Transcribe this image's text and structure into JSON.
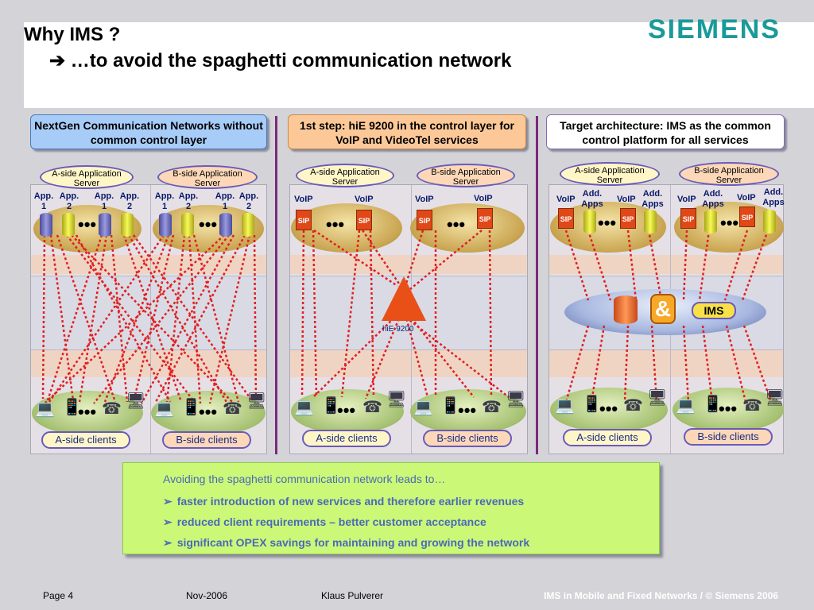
{
  "header": {
    "title_line1": "Why IMS ?",
    "title_line2": "➔ …to avoid the spaghetti communication network",
    "logo": "SIEMENS"
  },
  "columns": [
    {
      "heading": "NextGen Communication Networks without common control layer"
    },
    {
      "heading": "1st step: hiE 9200 in the control layer for VoIP and VideoTel services"
    },
    {
      "heading": "Target architecture: IMS as the common control platform for all services"
    }
  ],
  "labels": {
    "a_side_server": "A-side Application Server",
    "b_side_server": "B-side Application Server",
    "app1": "App. 1",
    "app2": "App. 2",
    "voip": "VoIP",
    "add_apps": "Add. Apps",
    "hie": "hiE 9200",
    "ims": "IMS",
    "a_clients": "A-side clients",
    "b_clients": "B-side clients",
    "sip": "SIP",
    "ellipsis": "•••"
  },
  "callout": {
    "heading": "Avoiding the spaghetti communication network leads to…",
    "bullets": [
      "faster introduction of new services and therefore earlier revenues",
      "reduced client requirements – better customer acceptance",
      "significant OPEX savings for maintaining and growing the network"
    ]
  },
  "footer": {
    "page": "Page 4",
    "date": "Nov-2006",
    "author": "Klaus Pulverer",
    "copyright": "IMS in Mobile and Fixed Networks / © Siemens 2006"
  },
  "colors": {
    "accent_purple": "#7a2a7a",
    "wire_red": "#e02020",
    "logo_teal": "#1a9a9a",
    "callout_green": "#ccf878"
  }
}
